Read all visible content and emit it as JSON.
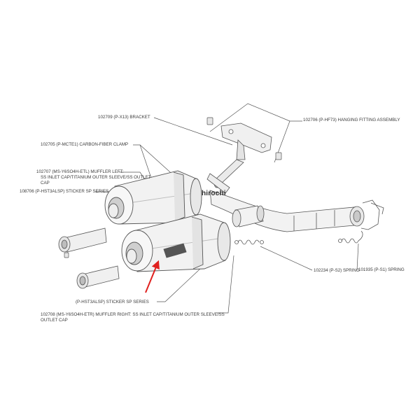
{
  "watermark": "hirochi",
  "colors": {
    "line": "#555555",
    "fill": "#f2f2f2",
    "shade": "#c9c9c9",
    "arrow": "#e0201e"
  },
  "labels": {
    "bracket": "102709 (P-X13) BRACKET",
    "hanging": "102706 (P-HF73) HANGING FITTING ASSEMBLY",
    "clamp": "102705 (P-MCTE1) CARBON-FIBER CLAMP",
    "muffler_left_1": "102707 (MS-Y6SO4H-ETL) MUFFLER LEFT:",
    "muffler_left_2": "SS INLET CAP/TITANIUM OUTER SLEEVE/SS OUTLET",
    "muffler_left_3": "CAP",
    "sticker_top": "108706 (P-HST3ALSP) STICKER SP SERIES",
    "spring_s2": "102234 (P-S2) SPRING",
    "spring_s1": "101935 (P-S1) SPRING",
    "sticker_bottom": "(P-HST3ALSP) STICKER SP SERIES",
    "muffler_right_1": "102708 (MS-Y6SO4H-ETR) MUFFLER RIGHT: SS INLET CAP/TITANIUM OUTER SLEEVE/SS",
    "muffler_right_2": "OUTLET CAP"
  }
}
